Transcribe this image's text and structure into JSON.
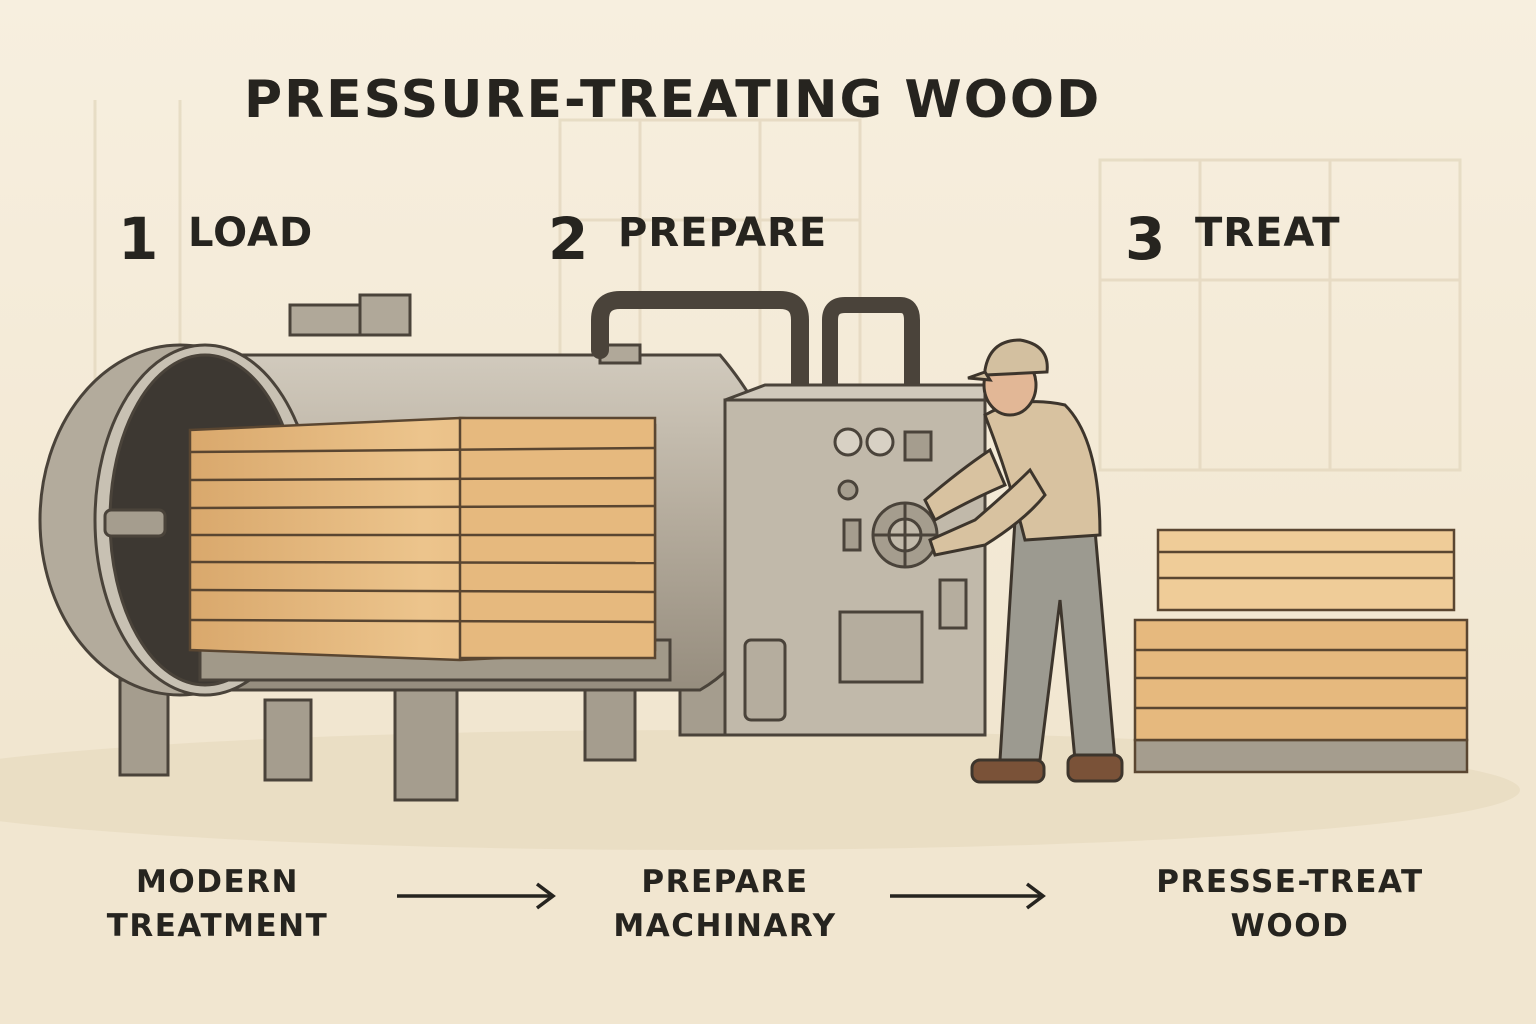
{
  "title": "PRESSURE-TREATING WOOD",
  "steps": [
    {
      "number": "1",
      "label": "LOAD"
    },
    {
      "number": "2",
      "label": "PREPARE"
    },
    {
      "number": "3",
      "label": "TREAT"
    }
  ],
  "captions": [
    {
      "line1": "MODERN",
      "line2": "TREATMENT"
    },
    {
      "line1": "PREPARE",
      "line2": "MACHINARY"
    },
    {
      "line1": "PRESSE-TREAT",
      "line2": "WOOD"
    }
  ],
  "colors": {
    "background": "#f5ecd9",
    "metal": "#b9b1a2",
    "metal_dark": "#8f8779",
    "wood": "#e3b77f",
    "wood_light": "#efcc98",
    "outline": "#4a433a",
    "text": "#26241f"
  }
}
